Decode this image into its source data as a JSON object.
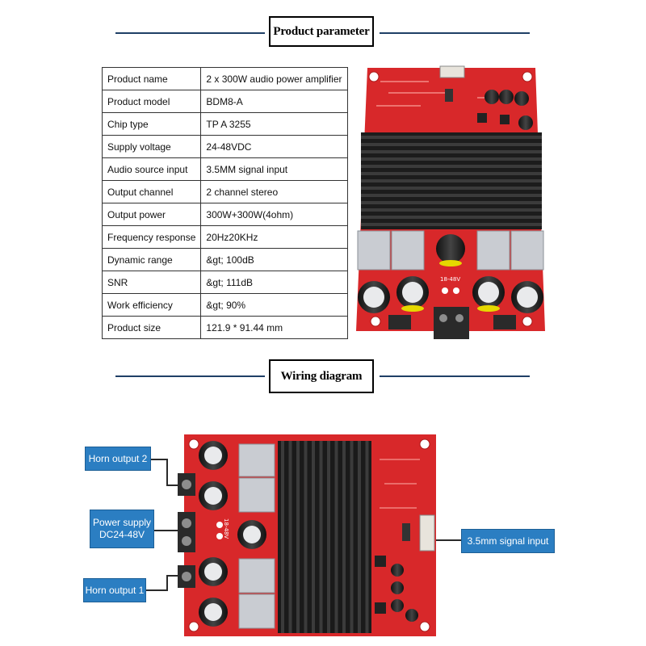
{
  "sections": {
    "product_parameter": "Product parameter",
    "wiring_diagram": "Wiring diagram"
  },
  "params": [
    {
      "key": "Product name",
      "value": "2 x 300W audio power amplifier"
    },
    {
      "key": "Product model",
      "value": "BDM8-A"
    },
    {
      "key": "Chip type",
      "value": "TP A 3255"
    },
    {
      "key": "Supply voltage",
      "value": "24-48VDC"
    },
    {
      "key": "Audio source input",
      "value": "3.5MM signal input"
    },
    {
      "key": "Output channel",
      "value": "2 channel stereo"
    },
    {
      "key": "Output power",
      "value": "300W+300W(4ohm)"
    },
    {
      "key": "Frequency response",
      "value": "20Hz20KHz"
    },
    {
      "key": "Dynamic range",
      "value": "&gt; 100dB"
    },
    {
      "key": "SNR",
      "value": "&gt; 111dB"
    },
    {
      "key": "Work efficiency",
      "value": "&gt; 90%"
    },
    {
      "key": "Product size",
      "value": "121.9 * 91.44 mm"
    }
  ],
  "board_top": {
    "voltage_label": "18-48V"
  },
  "board_bottom": {
    "voltage_label": "18-48V"
  },
  "callouts": {
    "horn_output_2": "Horn output 2",
    "power_supply_line1": "Power supply",
    "power_supply_line2": "DC24-48V",
    "horn_output_1": "Horn output 1",
    "signal_input": "3.5mm signal input"
  },
  "colors": {
    "pcb": "#d8282a",
    "heatsink": "#1c1c1c",
    "callout": "#2b7ec2",
    "rule": "#1f3f66"
  }
}
